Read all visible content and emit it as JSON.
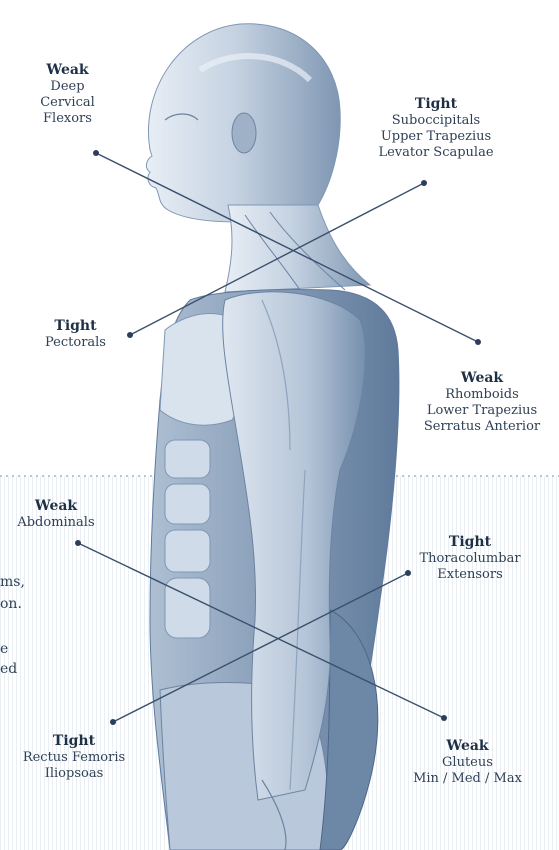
{
  "annotations": [
    {
      "id": "deep-cervical-flexors",
      "status": "Weak",
      "lines": [
        "Deep",
        "Cervical",
        "Flexors"
      ]
    },
    {
      "id": "suboccipitals",
      "status": "Tight",
      "lines": [
        "Suboccipitals",
        "Upper Trapezius",
        "Levator Scapulae"
      ]
    },
    {
      "id": "pectorals",
      "status": "Tight",
      "lines": [
        "Pectorals"
      ]
    },
    {
      "id": "rhomboids",
      "status": "Weak",
      "lines": [
        "Rhomboids",
        "Lower Trapezius",
        "Serratus Anterior"
      ]
    },
    {
      "id": "abdominals",
      "status": "Weak",
      "lines": [
        "Abdominals"
      ]
    },
    {
      "id": "thoracolumbar",
      "status": "Tight",
      "lines": [
        "Thoracolumbar",
        "Extensors"
      ]
    },
    {
      "id": "rectus-femoris",
      "status": "Tight",
      "lines": [
        "Rectus Femoris",
        "Iliopsoas"
      ]
    },
    {
      "id": "gluteus",
      "status": "Weak",
      "lines": [
        "Gluteus",
        "Min / Med / Max"
      ]
    }
  ],
  "left_text_fragments": [
    "ms,",
    "on.",
    "e",
    "ed"
  ],
  "colors": {
    "line": "#3a4f6b",
    "dot": "#2c3f5a",
    "separator": "#9fb4cf",
    "body_fill": "#c9d6e4",
    "body_shade": "#8ea4bf",
    "text": "#2f4055"
  }
}
